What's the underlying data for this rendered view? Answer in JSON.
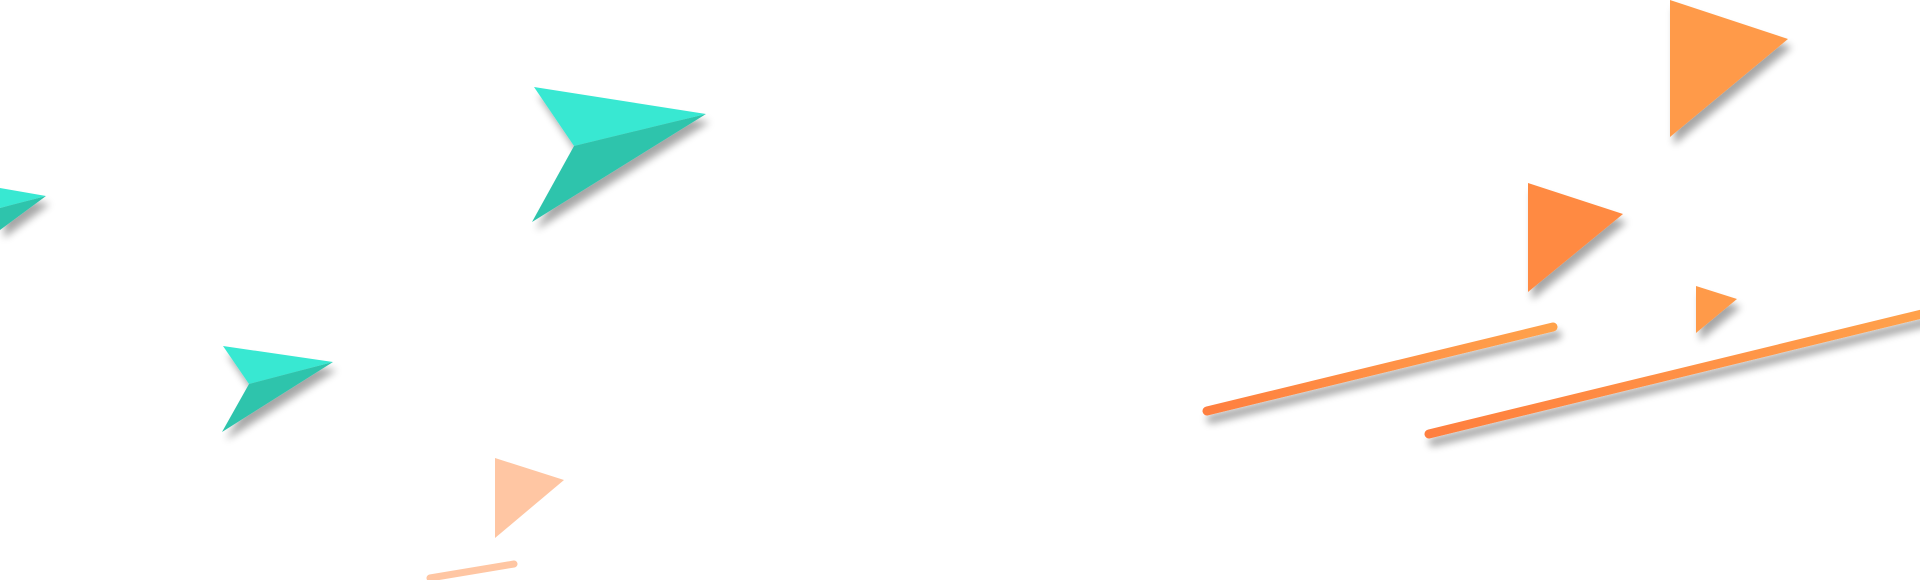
{
  "palette": {
    "teal_light": "#38e8d2",
    "teal_dark": "#2ec4ac",
    "orange": "#ff9a4a",
    "orange_deep": "#ff8a42",
    "peach": "#ffc6a3",
    "shadow": "#8a8a8a"
  },
  "shapes": {
    "paper_planes": [
      "paper-plane-icon",
      "paper-plane-icon",
      "paper-plane-icon"
    ],
    "triangles": [
      "triangle-icon",
      "triangle-icon",
      "triangle-icon",
      "triangle-icon"
    ],
    "streaks": [
      "line-streak",
      "line-streak",
      "line-streak"
    ]
  }
}
